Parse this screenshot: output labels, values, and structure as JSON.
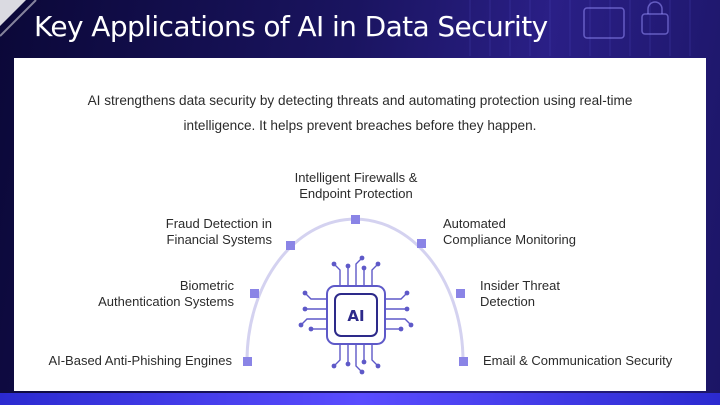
{
  "slide": {
    "title": "Key Applications of AI in Data Security",
    "intro": "AI strengthens data security by detecting threats and automating protection using real-time intelligence. It helps prevent breaches before they happen.",
    "chip_label": "AI",
    "colors": {
      "background": "#1a1460",
      "arc": "#d4d2f0",
      "node": "#8a84e6",
      "chip": "#2d2a8a"
    },
    "applications": [
      {
        "label": "AI-Based Anti-Phishing Engines"
      },
      {
        "label": "Biometric\nAuthentication Systems"
      },
      {
        "label": "Fraud Detection in\nFinancial Systems"
      },
      {
        "label": "Intelligent Firewalls &\nEndpoint Protection"
      },
      {
        "label": "Automated\nCompliance Monitoring"
      },
      {
        "label": "Insider Threat\nDetection"
      },
      {
        "label": "Email & Communication Security"
      }
    ]
  }
}
